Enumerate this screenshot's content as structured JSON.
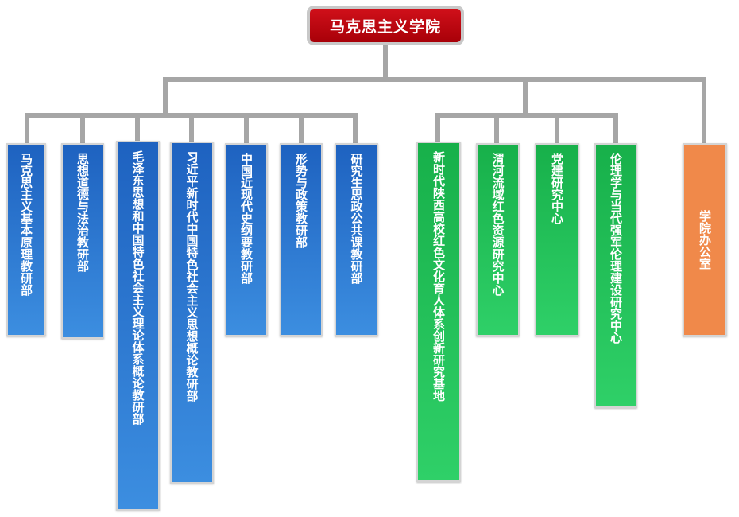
{
  "root": {
    "label": "马克思主义学院"
  },
  "groups": {
    "teaching": [
      {
        "label": "马克思主义基本原理教研部"
      },
      {
        "label": "思想道德与法治教研部"
      },
      {
        "label": "毛泽东思想和中国特色社会主义理论体系概论教研部"
      },
      {
        "label": "习近平新时代中国特色社会主义思想概论教研部"
      },
      {
        "label": "中国近现代史纲要教研部"
      },
      {
        "label": "形势与政策教研部"
      },
      {
        "label": "研究生思政公共课教研部"
      }
    ],
    "research": [
      {
        "label": "新时代陕西高校红色文化育人体系创新研究基地"
      },
      {
        "label": "渭河流域红色资源研究中心"
      },
      {
        "label": "党建研究中心"
      },
      {
        "label": "伦理学与当代强军伦理建设研究中心"
      }
    ],
    "office": [
      {
        "label": "学院办公室"
      }
    ]
  },
  "colors": {
    "root": "#c00010",
    "teaching": "#2a78d0",
    "research": "#22c05a",
    "office": "#f0894a",
    "connector": "#a6a6a6"
  }
}
